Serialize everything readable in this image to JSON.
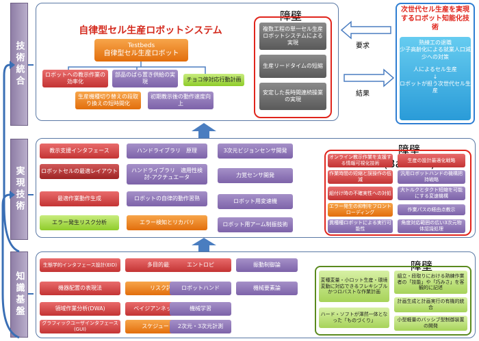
{
  "tiers": {
    "top": "技術統合",
    "middle": "実現技術",
    "bottom": "知識基盤"
  },
  "top": {
    "system_title": "自律型セル生産ロボットシステム",
    "testbeds_line1": "Testbeds",
    "testbeds_line2": "自律型セル生産ロボット",
    "items": [
      "ロボットへの教示作業の効率化",
      "部品のばら置き供給の実現",
      "チョコ停対応行動計画",
      "生産機種切り替えの段取り換えの短時間化",
      "初期教示後の動作速度向上"
    ],
    "barriers_title": "障壁(Barriers)",
    "barriers": [
      "複数工程の単一セル生産ロボットシステムによる実現",
      "生産リードタイムの短縮",
      "安定した長時間連続操業の実現"
    ],
    "request_label": "要求",
    "result_label": "結果"
  },
  "next_gen": {
    "title": "次世代セル生産を実現するロボット知能化技術",
    "body_lines": [
      "熟練工の退職",
      "少子高齢化による就業人口減少への対策",
      "",
      "人によるセル生産",
      "↓",
      "ロボットが担う次世代セル生産"
    ]
  },
  "middle": {
    "boxes": [
      "教示支援インタフェース",
      "ロボットセルの最適レイアウト",
      "最適作業動作生成",
      "エラー発生リスク分析",
      "ハンドライブラリ　原理",
      "ハンドライブラリ　適用性検討-アクチュエータ",
      "ロボットの自律的動作習熟",
      "エラー検知とリカバリ",
      "3次元ビジョンセンサ開発",
      "力覚センサ開発",
      "ロボット用変速機",
      "ロボット用アーム制振技術"
    ],
    "barriers_title": "障壁(Barriers)",
    "barriers": [
      "オンライン教示作業を支援する情報可視化技術",
      "生産の設計最適化戦略",
      "作業時間の短縮と誤操作の低減",
      "汎用ロボットハンドの機構把持戦略",
      "組付け時の不確実性への対処",
      "大トルクとタクト短縮を可能にする変速機構",
      "エラー発生の抑制をフロントローディング",
      "作業パスの経由点教示",
      "異種種ロボットによる実行可能性",
      "角度対応範囲の広い3次元物体認識処理"
    ]
  },
  "bottom": {
    "boxes": [
      "生態学的インタフェース設計(EID)",
      "機器配置の表現法",
      "領域作業分析(DWA)",
      "グラフィックユーザインタフェース(GUI)",
      "多目的最適化",
      "リスク評価",
      "ベイジアンネットワーク",
      "スケジューリング",
      "エントロピ",
      "ロボットハンド",
      "機械学習",
      "2次元・3次元計測",
      "振動制御論",
      "機械要素論"
    ],
    "barriers_title": "障壁(Barriers)",
    "barriers": [
      "変種変量・小ロット生産・環境変動に対応できるフレキシブルかつロバストな作業計画",
      "ハード・ソフトが渾然一体となった「ものづくり」",
      "組立・段取りにおける熟練作業者の「技能」や「巧みさ」を客観的に記述",
      "計画生成と計画実行の有機的統合",
      "小型軽量のバッシブ型制御装置の開発"
    ]
  },
  "colors": {
    "panel_border": "#5877a4",
    "barrier_red": "#e0241b",
    "arrow_blue": "#4a7dc0"
  }
}
